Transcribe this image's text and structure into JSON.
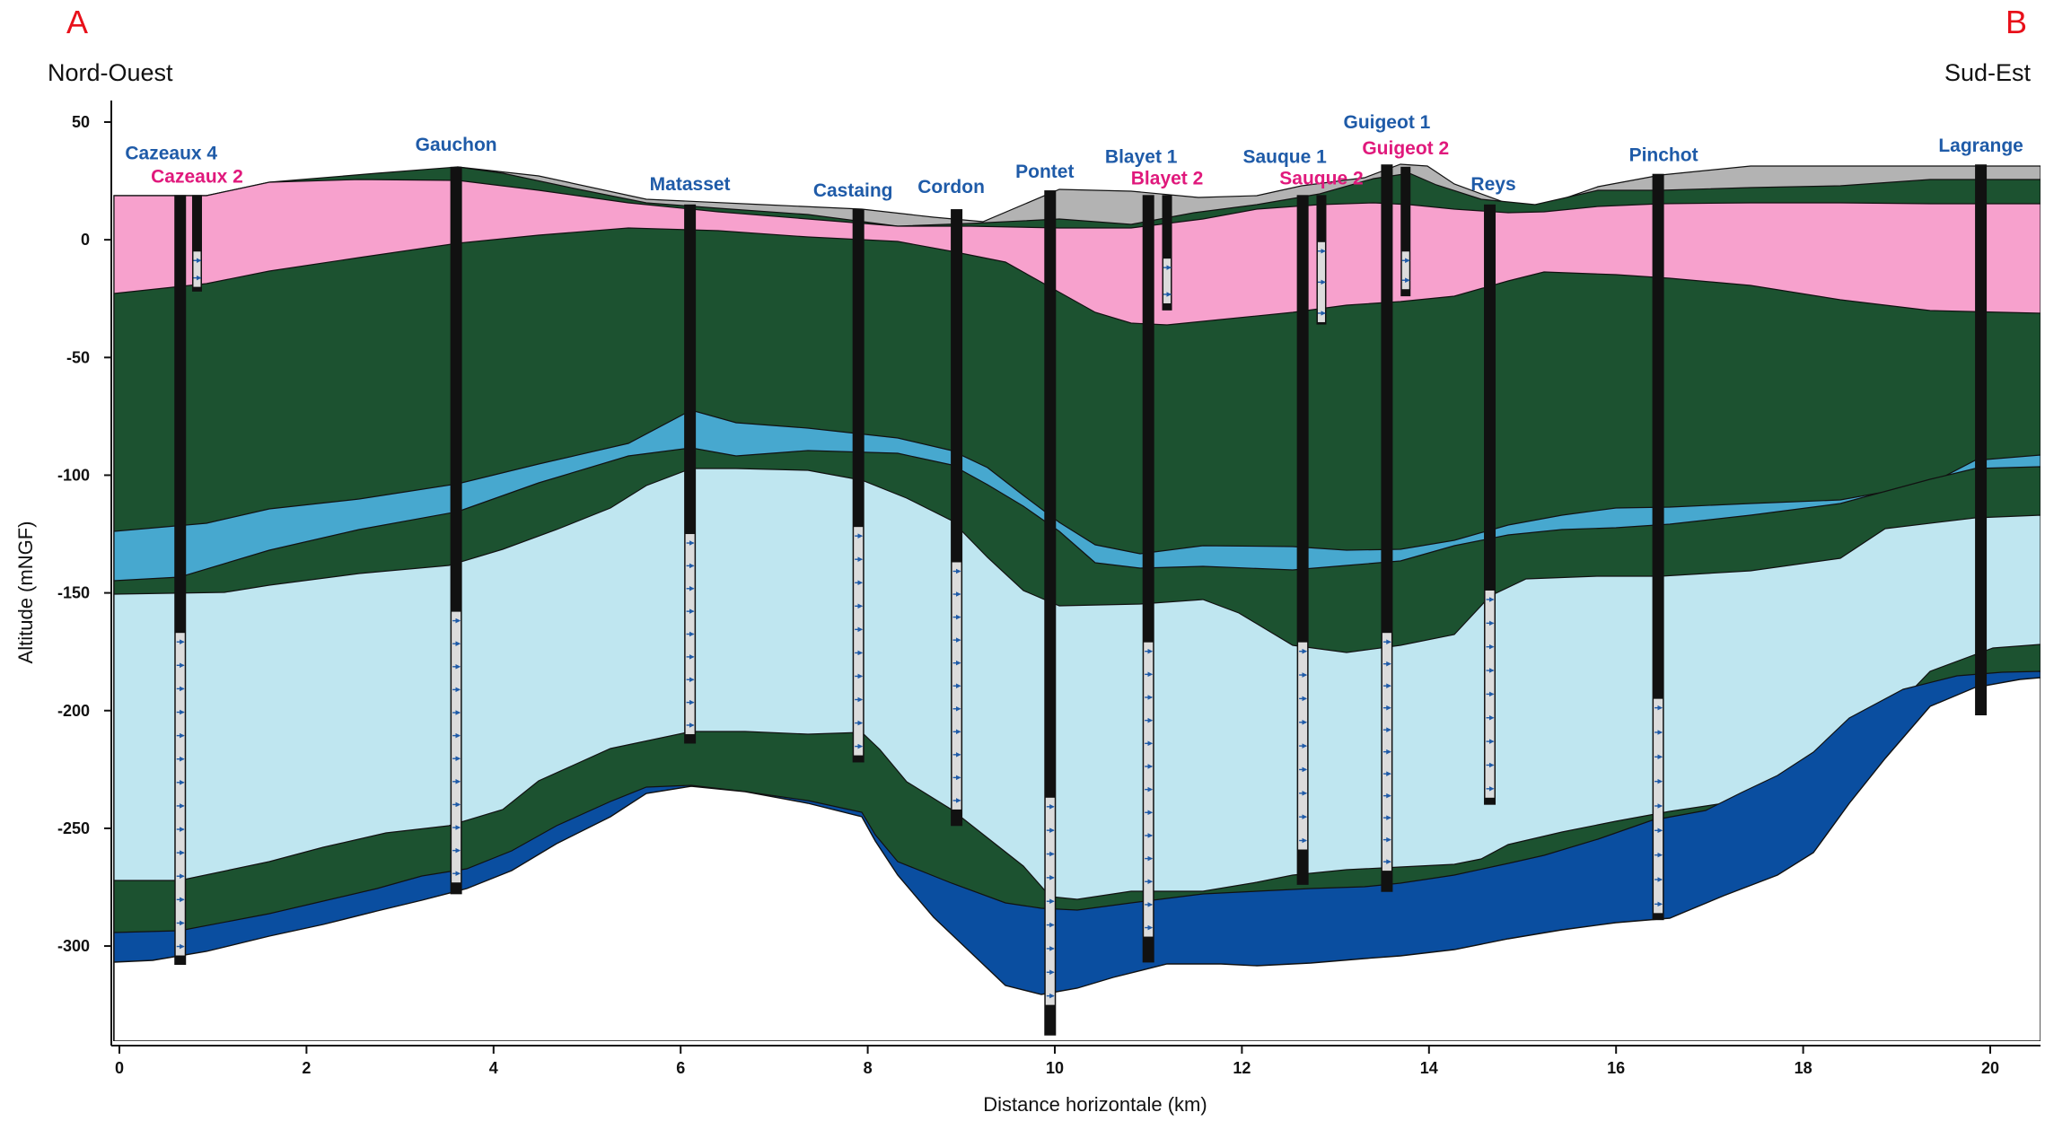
{
  "header": {
    "left_letter": "A",
    "right_letter": "B",
    "left_direction": "Nord-Ouest",
    "right_direction": "Sud-Est"
  },
  "axes": {
    "x_label": "Distance horizontale (km)",
    "y_label": "Altitude (mNGF)",
    "x_range": [
      0,
      20.5
    ],
    "y_range": [
      -345,
      52
    ],
    "x_ticks": [
      0,
      2,
      4,
      6,
      8,
      10,
      12,
      14,
      16,
      18,
      20
    ],
    "y_ticks": [
      50,
      0,
      -50,
      -100,
      -150,
      -200,
      -250,
      -300
    ]
  },
  "colors": {
    "top_soil_grey": "#b3b3b3",
    "dark_green": "#1c5230",
    "pink": "#f7a1cd",
    "mid_blue": "#47a8cf",
    "light_blue": "#bfe6f0",
    "deep_blue": "#0a4ea0",
    "well_casing": "#111111",
    "well_screen": "#dcdcdc",
    "label_blue": "#1f5ba8",
    "label_pink": "#e0197c",
    "corner_red": "#e8101a"
  },
  "wells": [
    {
      "name": "Cazeaux 4",
      "color": "blue",
      "x": 0.65,
      "top": 19,
      "bottom": -308,
      "screen_top": -167,
      "screen_bottom": -304
    },
    {
      "name": "Cazeaux 2",
      "color": "pink",
      "x": 0.83,
      "top": 19,
      "bottom": -22,
      "screen_top": -5,
      "screen_bottom": -20
    },
    {
      "name": "Gauchon",
      "color": "blue",
      "x": 3.6,
      "top": 31,
      "bottom": -278,
      "screen_top": -158,
      "screen_bottom": -273
    },
    {
      "name": "Matasset",
      "color": "blue",
      "x": 6.1,
      "top": 15,
      "bottom": -214,
      "screen_top": -125,
      "screen_bottom": -210
    },
    {
      "name": "Castaing",
      "color": "blue",
      "x": 7.9,
      "top": 13,
      "bottom": -222,
      "screen_top": -122,
      "screen_bottom": -219
    },
    {
      "name": "Cordon",
      "color": "blue",
      "x": 8.95,
      "top": 13,
      "bottom": -249,
      "screen_top": -137,
      "screen_bottom": -242
    },
    {
      "name": "Pontet",
      "color": "blue",
      "x": 9.95,
      "top": 21,
      "bottom": -338,
      "screen_top": -237,
      "screen_bottom": -325
    },
    {
      "name": "Blayet 1",
      "color": "blue",
      "x": 11.0,
      "top": 19,
      "bottom": -307,
      "screen_top": -171,
      "screen_bottom": -296
    },
    {
      "name": "Blayet 2",
      "color": "pink",
      "x": 11.2,
      "top": 19,
      "bottom": -30,
      "screen_top": -8,
      "screen_bottom": -27
    },
    {
      "name": "Sauque 1",
      "color": "blue",
      "x": 12.65,
      "top": 19,
      "bottom": -274,
      "screen_top": -171,
      "screen_bottom": -259
    },
    {
      "name": "Sauque 2",
      "color": "pink",
      "x": 12.85,
      "top": 19,
      "bottom": -36,
      "screen_top": -1,
      "screen_bottom": -35
    },
    {
      "name": "Guigeot 1",
      "color": "blue",
      "x": 13.55,
      "top": 32,
      "bottom": -277,
      "screen_top": -167,
      "screen_bottom": -268
    },
    {
      "name": "Guigeot 2",
      "color": "pink",
      "x": 13.75,
      "top": 31,
      "bottom": -24,
      "screen_top": -5,
      "screen_bottom": -21
    },
    {
      "name": "Reys",
      "color": "blue",
      "x": 14.65,
      "top": 15,
      "bottom": -240,
      "screen_top": -149,
      "screen_bottom": -237
    },
    {
      "name": "Pinchot",
      "color": "blue",
      "x": 16.45,
      "top": 28,
      "bottom": -289,
      "screen_top": -195,
      "screen_bottom": -286
    },
    {
      "name": "Lagrange",
      "color": "blue",
      "x": 19.9,
      "top": 32,
      "bottom": -202,
      "screen_top": null,
      "screen_bottom": null
    }
  ]
}
